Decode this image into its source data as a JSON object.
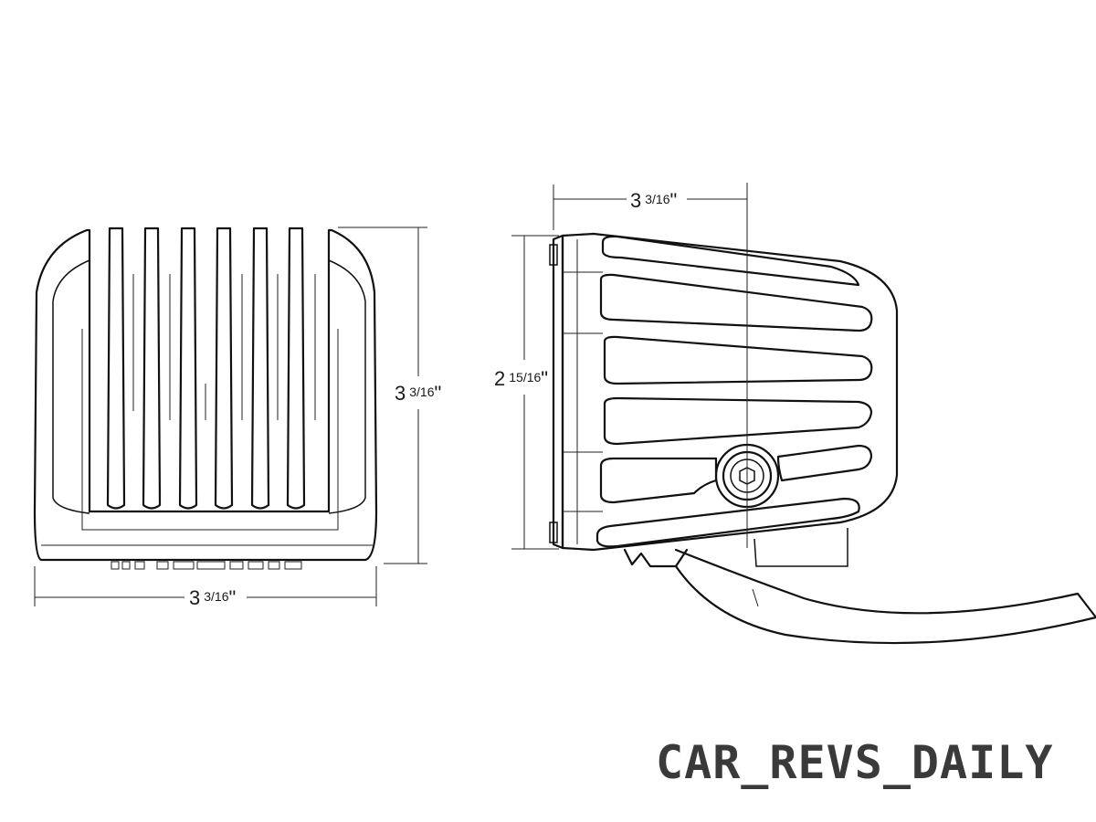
{
  "dimensions": {
    "front_width": {
      "whole": "3",
      "fraction": "3/16",
      "unit": "\""
    },
    "front_height": {
      "whole": "3",
      "fraction": "3/16",
      "unit": "\""
    },
    "side_depth": {
      "whole": "3",
      "fraction": "3/16",
      "unit": "\""
    },
    "side_height": {
      "whole": "2",
      "fraction": "15/16",
      "unit": "\""
    }
  },
  "watermark": "CAR_REVS_DAILY",
  "colors": {
    "line": "#111111",
    "watermark": "#3a3a3a",
    "background": "#ffffff"
  }
}
